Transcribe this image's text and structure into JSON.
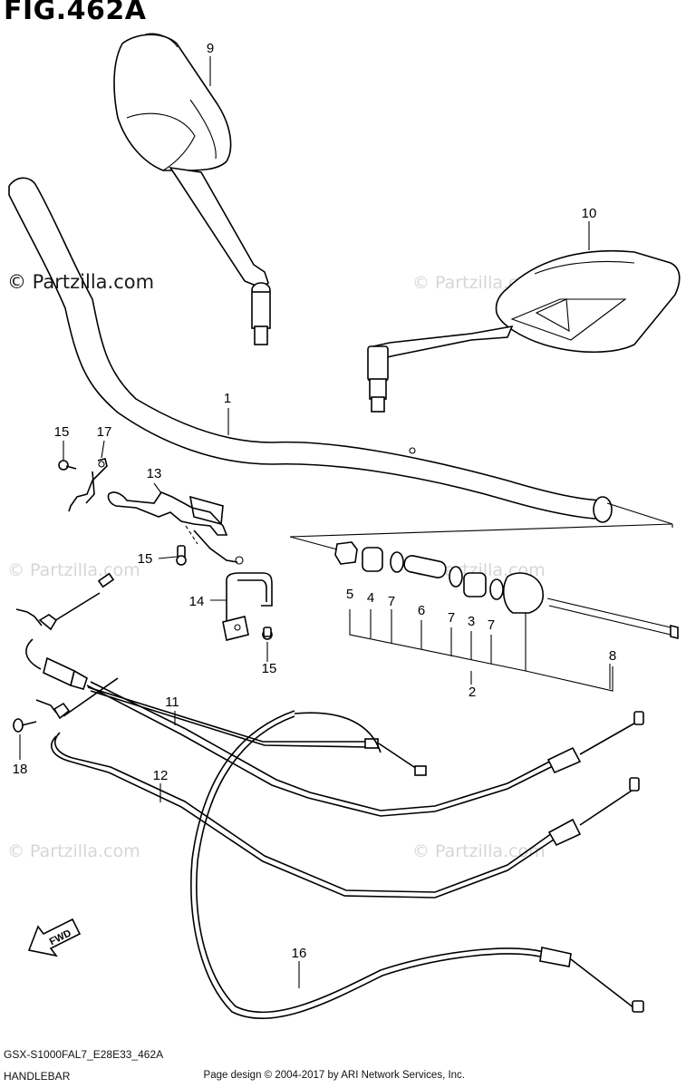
{
  "figure": {
    "title": "FIG.462A",
    "code": "GSX-S1000FAL7_E28E33_462A",
    "name": "HANDLEBAR",
    "credit": "Page design © 2004-2017 by ARI Network Services, Inc."
  },
  "watermark": {
    "text": "© Partzilla.com"
  },
  "fwd_label": "FWD",
  "callouts": {
    "c1": "1",
    "c2": "2",
    "c3": "3",
    "c4": "4",
    "c5": "5",
    "c6": "6",
    "c7a": "7",
    "c7b": "7",
    "c7c": "7",
    "c8": "8",
    "c9": "9",
    "c10": "10",
    "c11": "11",
    "c12": "12",
    "c13": "13",
    "c14": "14",
    "c15a": "15",
    "c15b": "15",
    "c15c": "15",
    "c16": "16",
    "c17": "17",
    "c18": "18"
  }
}
